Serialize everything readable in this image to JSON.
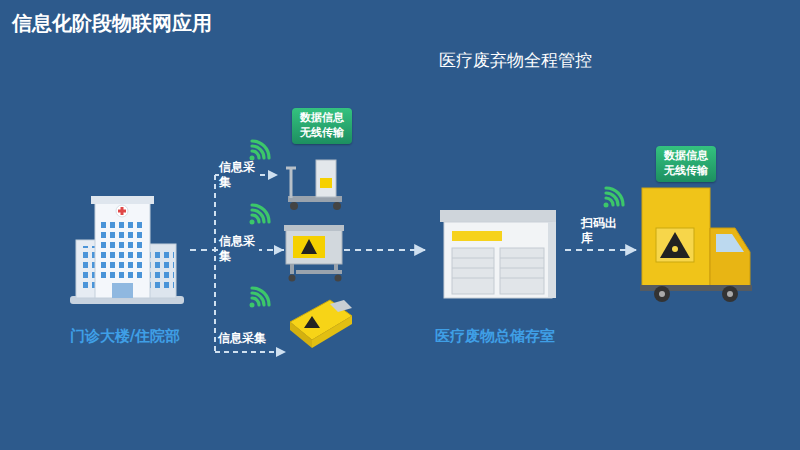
{
  "diagram": {
    "title": "信息化阶段物联网应用",
    "nodes": [
      {
        "text": [
          "门诊大楼/住院部"
        ]
      },
      {
        "text": [
          "数据信息 无线传输"
        ]
      },
      {
        "text": [
          "医疗废物总储存室"
        ]
      },
      {
        "text": [
          "数据信息 无线传输"
        ]
      }
    ],
    "edges": [
      {
        "from": 0,
        "to": 2,
        "arrow": "to"
      },
      {
        "from": 2,
        "to": 3,
        "label": "扫码出库",
        "arrow": "to"
      }
    ],
    "labels": [
      "医疗废弃物全程管控",
      "信息采集",
      "信息采集",
      "信息采集"
    ]
  }
}
